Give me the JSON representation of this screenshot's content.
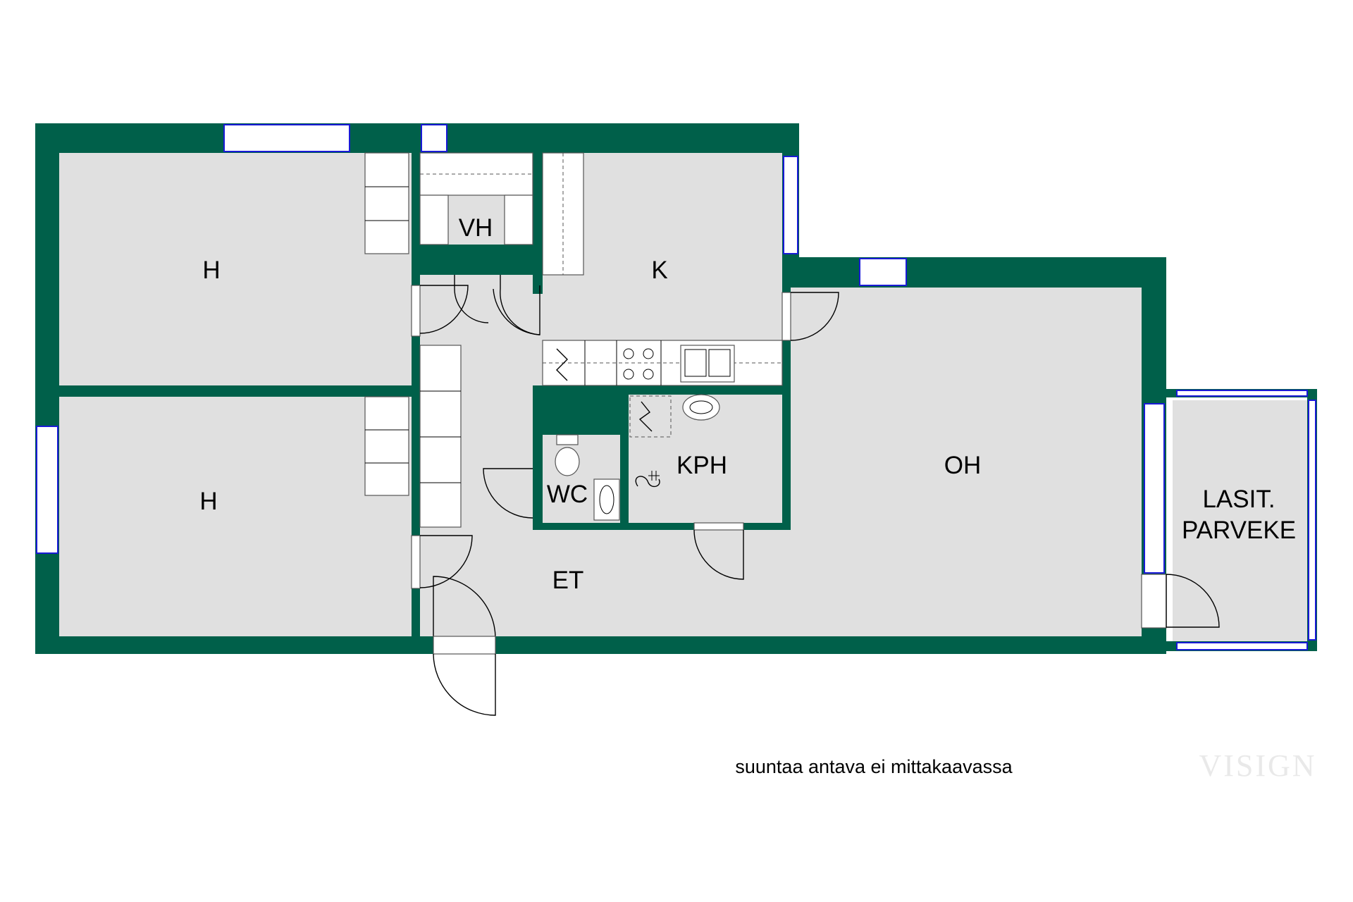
{
  "rooms": {
    "bedroom_top": "H",
    "bedroom_bottom": "H",
    "closet": "VH",
    "kitchen": "K",
    "bathroom": "KPH",
    "wc": "WC",
    "hall": "ET",
    "living": "OH",
    "balcony_line1": "LASIT.",
    "balcony_line2": "PARVEKE"
  },
  "note": "suuntaa antava ei mittakaavassa",
  "brand": "VISIGN",
  "colors": {
    "wall": "#00604a",
    "floor": "#e0e0e0",
    "window": "#1a1ad6"
  }
}
